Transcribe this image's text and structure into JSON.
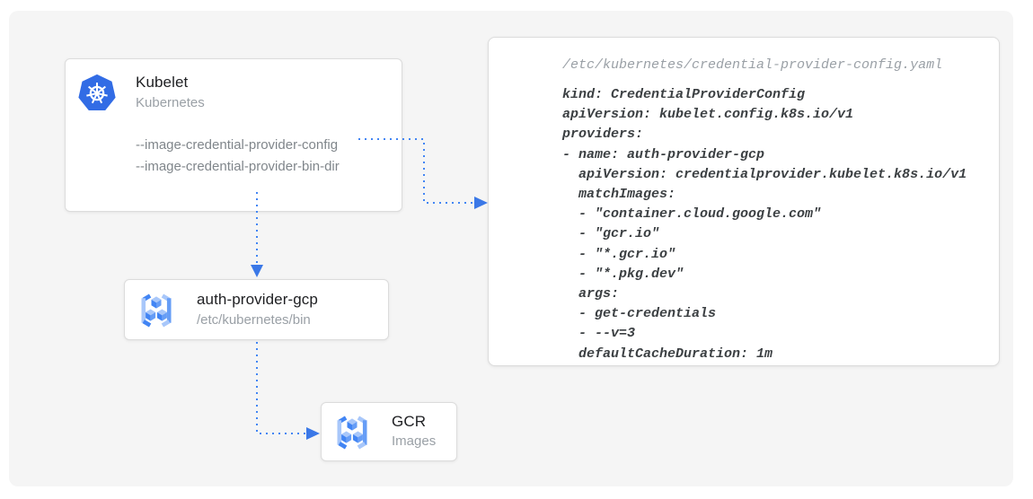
{
  "colors": {
    "arrow_blue": "#4285F4",
    "arrowhead_blue": "#3B78E7",
    "kubernetes_blue": "#326CE5",
    "registry_blue_dark": "#4285F4",
    "registry_blue_mid": "#669DF6",
    "registry_blue_light": "#A8C7FA",
    "canvas_background": "#f5f5f5",
    "card_background": "#ffffff",
    "card_border": "#dcdcdc",
    "title_text": "#202124",
    "muted_text": "#9aa0a6",
    "flag_text": "#80868b",
    "code_text": "#3c4043"
  },
  "kubelet": {
    "title": "Kubelet",
    "subtitle": "Kubernetes",
    "icon": "kubernetes-helm-icon",
    "flags": [
      "--image-credential-provider-config",
      "--image-credential-provider-bin-dir"
    ]
  },
  "auth_provider": {
    "title": "auth-provider-gcp",
    "subtitle": "/etc/kubernetes/bin",
    "icon": "container-registry-icon"
  },
  "gcr": {
    "title": "GCR",
    "subtitle": "Images",
    "icon": "container-registry-icon"
  },
  "config": {
    "path": "/etc/kubernetes/credential-provider-config.yaml",
    "yaml": "kind: CredentialProviderConfig\napiVersion: kubelet.config.k8s.io/v1\nproviders:\n- name: auth-provider-gcp\n  apiVersion: credentialprovider.kubelet.k8s.io/v1\n  matchImages:\n  - \"container.cloud.google.com\"\n  - \"gcr.io\"\n  - \"*.gcr.io\"\n  - \"*.pkg.dev\"\n  args:\n  - get-credentials\n  - --v=3\n  defaultCacheDuration: 1m"
  },
  "arrows": [
    {
      "name": "config-flag-to-yaml-panel"
    },
    {
      "name": "kubelet-to-auth-provider"
    },
    {
      "name": "auth-provider-to-gcr"
    }
  ]
}
